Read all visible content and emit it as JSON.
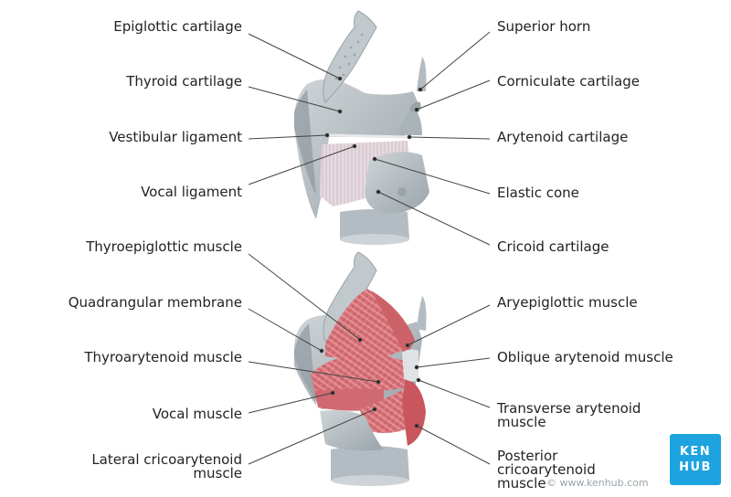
{
  "labels_top_left": [
    "Epiglottic cartilage",
    "Thyroid cartilage",
    "Vestibular ligament",
    "Vocal ligament"
  ],
  "labels_top_right": [
    "Superior horn",
    "Corniculate cartilage",
    "Arytenoid cartilage",
    "Elastic cone",
    "Cricoid cartilage"
  ],
  "labels_bottom_left": [
    "Thyroepiglottic muscle",
    "Quadrangular membrane",
    "Thyroarytenoid muscle",
    "Vocal muscle",
    "Lateral cricoarytenoid muscle"
  ],
  "labels_bottom_right": [
    "Aryepiglottic muscle",
    "Oblique arytenoid muscle",
    "Transverse arytenoid muscle",
    "Posterior cricoarytenoid muscle"
  ],
  "logo_text": "KEN HUB",
  "watermark": "© www.kenhub.com",
  "colors": {
    "cartilage": "#b9c1c6",
    "cartilage_dark": "#8f999f",
    "muscle": "#d9777c",
    "muscle_dark": "#b8484f",
    "ligament": "#e4d6dc",
    "logo": "#1da3e0",
    "leader": "#444444"
  }
}
